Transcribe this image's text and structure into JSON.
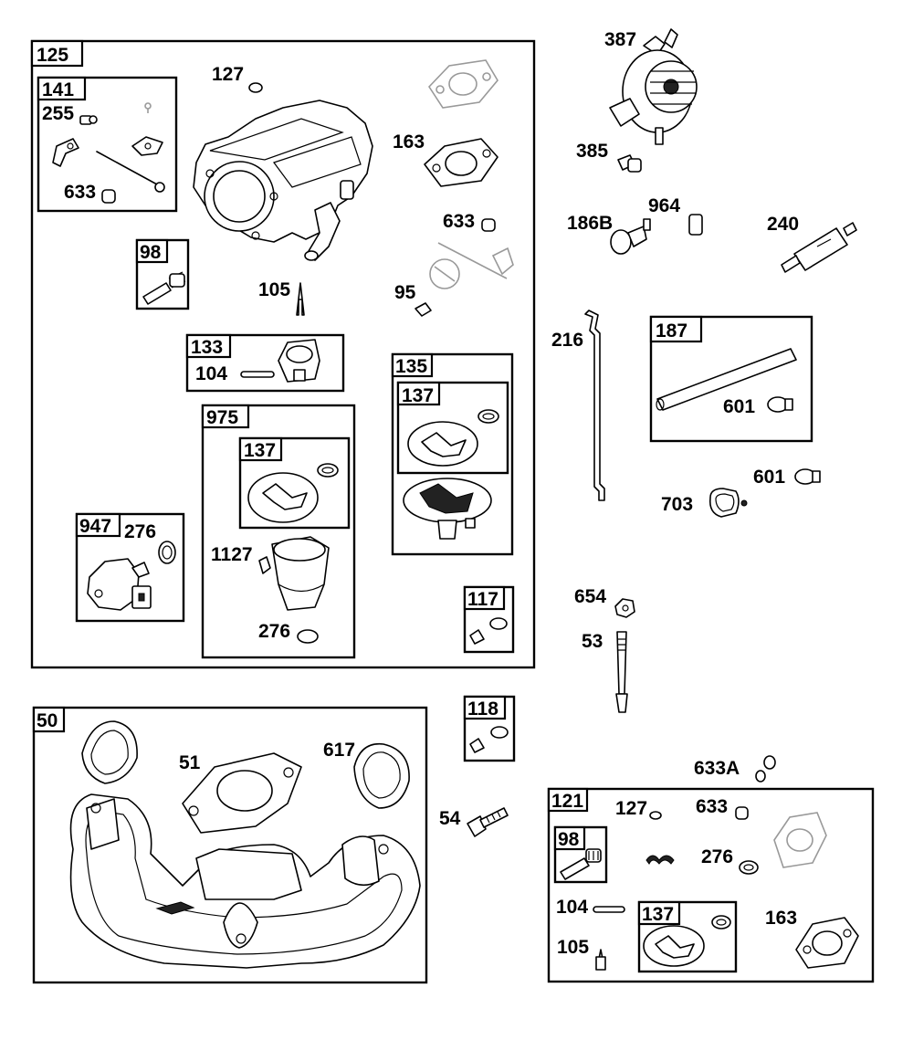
{
  "groups": {
    "g125": "125",
    "g141": "141",
    "g98a": "98",
    "g133": "133",
    "g135": "135",
    "g137a": "137",
    "g975": "975",
    "g137b": "137",
    "g947": "947",
    "g117": "117",
    "g50": "50",
    "g118": "118",
    "g187": "187",
    "g121": "121",
    "g98b": "98",
    "g137c": "137"
  },
  "parts": {
    "p127a": "127",
    "p163a": "163",
    "p255": "255",
    "p633a": "633",
    "p633b": "633",
    "p105a": "105",
    "p95": "95",
    "p104a": "104",
    "p276a": "276",
    "p1127": "1127",
    "p276b": "276",
    "p51": "51",
    "p617": "617",
    "p387": "387",
    "p385": "385",
    "p186b": "186B",
    "p964": "964",
    "p240": "240",
    "p216": "216",
    "p601a": "601",
    "p601b": "601",
    "p703": "703",
    "p654": "654",
    "p53": "53",
    "p54": "54",
    "p633A": "633A",
    "p127b": "127",
    "p633c": "633",
    "p276c": "276",
    "p104b": "104",
    "p105b": "105",
    "p163b": "163"
  }
}
